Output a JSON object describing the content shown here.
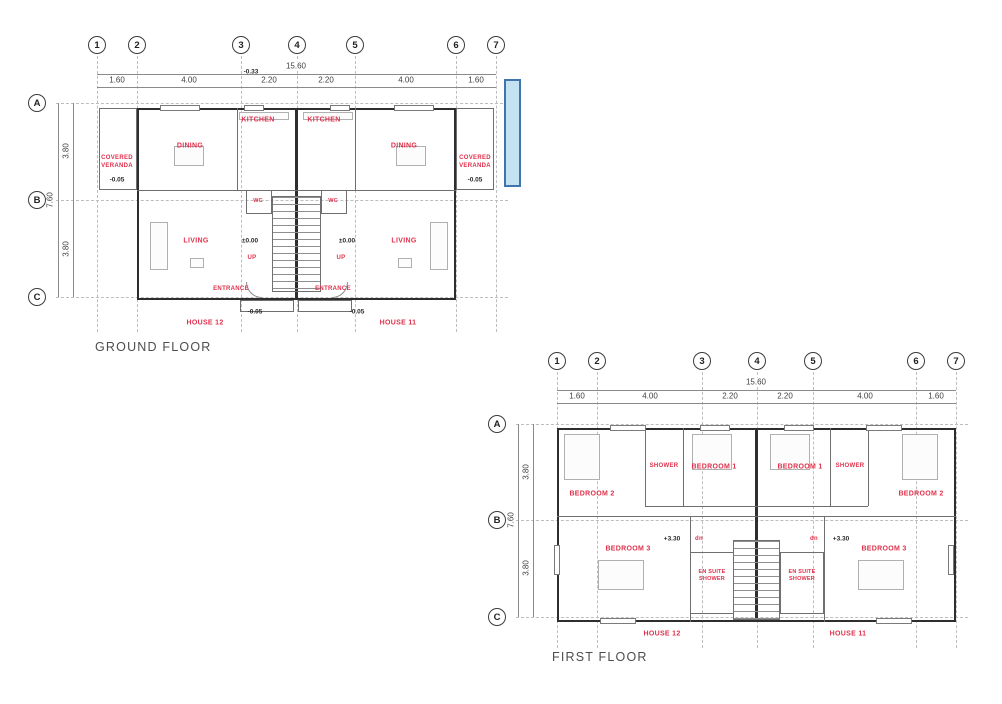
{
  "colors": {
    "accent_red": "#e0314b",
    "pool_fill": "#c3e3f2",
    "pool_border": "#3f74ad",
    "wall_dark": "#2e2e2e",
    "grid_gray": "#bdbdbd"
  },
  "ground_floor": {
    "title": "GROUND FLOOR",
    "grid_cols": [
      "1",
      "2",
      "3",
      "4",
      "5",
      "6",
      "7"
    ],
    "grid_rows": [
      "A",
      "B",
      "C"
    ],
    "total_dim": "15.60",
    "top_dims": [
      "1.60",
      "4.00",
      "2.20",
      "2.20",
      "4.00",
      "1.60"
    ],
    "left_dims": [
      "3.80",
      "7.60",
      "3.80"
    ],
    "rooms": {
      "kitchen_left": "KITCHEN",
      "kitchen_right": "KITCHEN",
      "dining_left": "DINING",
      "dining_right": "DINING",
      "living_left": "LIVING",
      "living_right": "LIVING",
      "veranda_left_1": "COVERED",
      "veranda_left_2": "VERANDA",
      "veranda_right_1": "COVERED",
      "veranda_right_2": "VERANDA",
      "entrance_left": "ENTRANCE",
      "entrance_right": "ENTRANCE",
      "wc_left": "WC",
      "wc_right": "WC",
      "up_left": "UP",
      "up_right": "UP"
    },
    "levels": {
      "zero_left": "±0.00",
      "zero_right": "±0.00",
      "veranda_left": "-0.05",
      "veranda_right": "-0.05",
      "entrance_left": "-0.05",
      "entrance_right": "-0.05",
      "porch": "-0.33"
    },
    "houses": {
      "left": "HOUSE 12",
      "right": "HOUSE 11"
    }
  },
  "first_floor": {
    "title": "FIRST FLOOR",
    "grid_cols": [
      "1",
      "2",
      "3",
      "4",
      "5",
      "6",
      "7"
    ],
    "grid_rows": [
      "A",
      "B",
      "C"
    ],
    "total_dim": "15.60",
    "top_dims": [
      "1.60",
      "4.00",
      "2.20",
      "2.20",
      "4.00",
      "1.60"
    ],
    "left_dims": [
      "3.80",
      "7.60",
      "3.80"
    ],
    "rooms": {
      "bedroom2_left": "BEDROOM 2",
      "bedroom2_right": "BEDROOM 2",
      "bedroom1_left": "BEDROOM 1",
      "bedroom1_right": "BEDROOM 1",
      "shower_left": "SHOWER",
      "shower_right": "SHOWER",
      "bedroom3_left": "BEDROOM 3",
      "bedroom3_right": "BEDROOM 3",
      "ensuite_left_1": "EN SUITE",
      "ensuite_left_2": "SHOWER",
      "ensuite_right_1": "EN SUITE",
      "ensuite_right_2": "SHOWER",
      "dn_left": "dn",
      "dn_right": "dn"
    },
    "levels": {
      "left": "+3.30",
      "right": "+3.30"
    },
    "houses": {
      "left": "HOUSE 12",
      "right": "HOUSE 11"
    }
  }
}
